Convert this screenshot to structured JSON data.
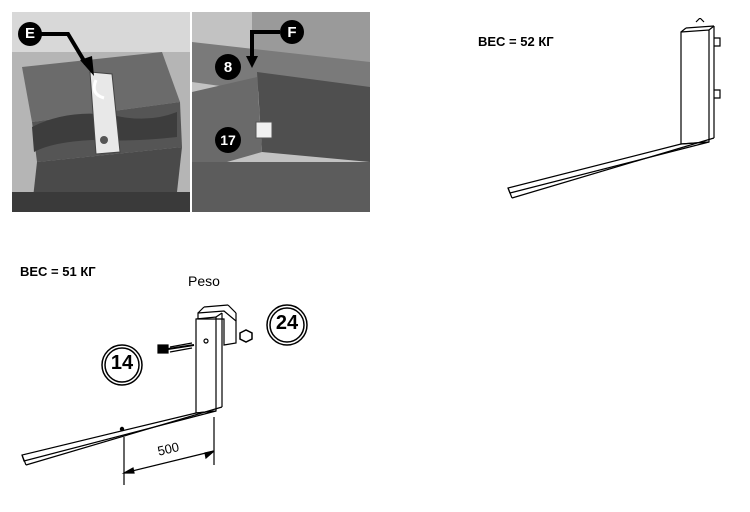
{
  "photos": {
    "left_callout": "E",
    "right_callout": "F",
    "ref_a": "8",
    "ref_b": "17"
  },
  "top_fork": {
    "weight_label": "ВЕС = 52 КГ"
  },
  "bottom_fork": {
    "weight_label": "ВЕС = 51 КГ",
    "caption": "Peso",
    "bolt_ref": "14",
    "nut_ref": "24",
    "dimension": "500"
  }
}
